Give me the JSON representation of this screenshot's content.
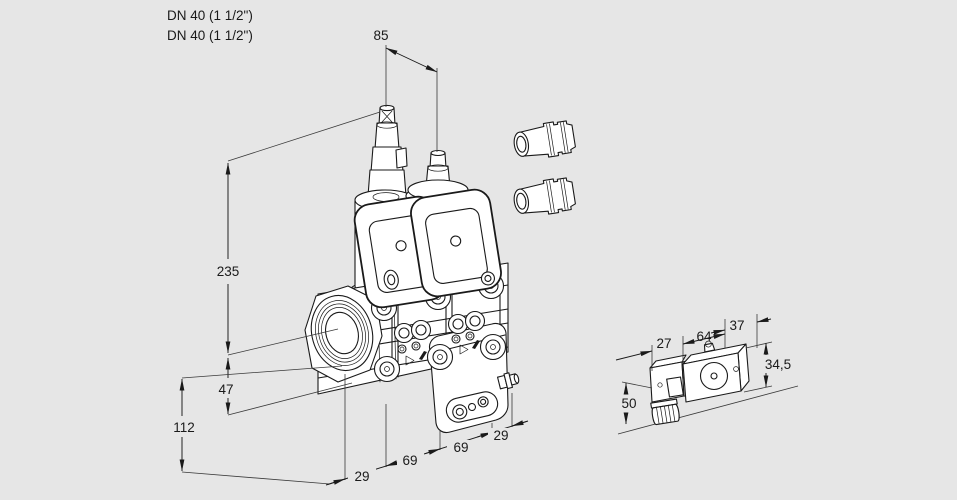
{
  "page": {
    "background_color": "#e6e6e6",
    "line_color": "#1a1a1a",
    "description": "Technical dimensional drawing of a double solenoid gas valve with separate coil detail"
  },
  "header": {
    "port_label_line1": "DN 40 (1 1/2\")",
    "port_label_line2": "DN 40 (1 1/2\")"
  },
  "main_drawing": {
    "name": "double-solenoid-valve-isometric",
    "dimensions": {
      "actuator_spacing": "85",
      "overall_height": "235",
      "port_axis_to_bottom": "47",
      "lower_body_height": "112",
      "bottom_chain": [
        "29",
        "69",
        "69",
        "29"
      ]
    }
  },
  "side_drawing": {
    "name": "solenoid-coil-with-connector",
    "dimensions": {
      "connector_width": "27",
      "coil_length": "64",
      "coil_depth": "37",
      "coil_height": "34,5",
      "connector_height": "50"
    }
  }
}
